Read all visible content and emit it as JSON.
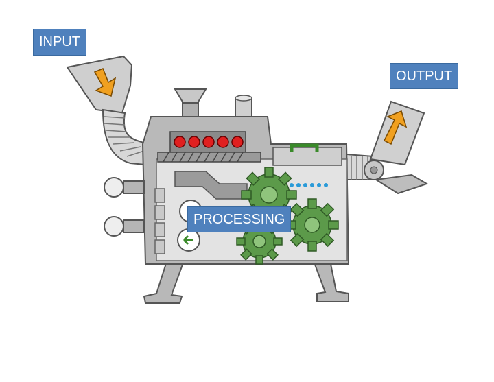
{
  "labels": {
    "input": "INPUT",
    "output": "OUTPUT",
    "processing": "PROCESSING"
  },
  "colors": {
    "label_fill": "#4f81bd",
    "label_text": "#ffffff",
    "arrow": "#f0a020",
    "gear": "#5c9a4a",
    "indicator_lights": "#e02020",
    "machine_body": "#b9b9b9"
  },
  "icons": {
    "input_arrow": "arrow-down-right-icon",
    "output_arrow": "arrow-up-right-icon",
    "gears": "gear-icon"
  }
}
